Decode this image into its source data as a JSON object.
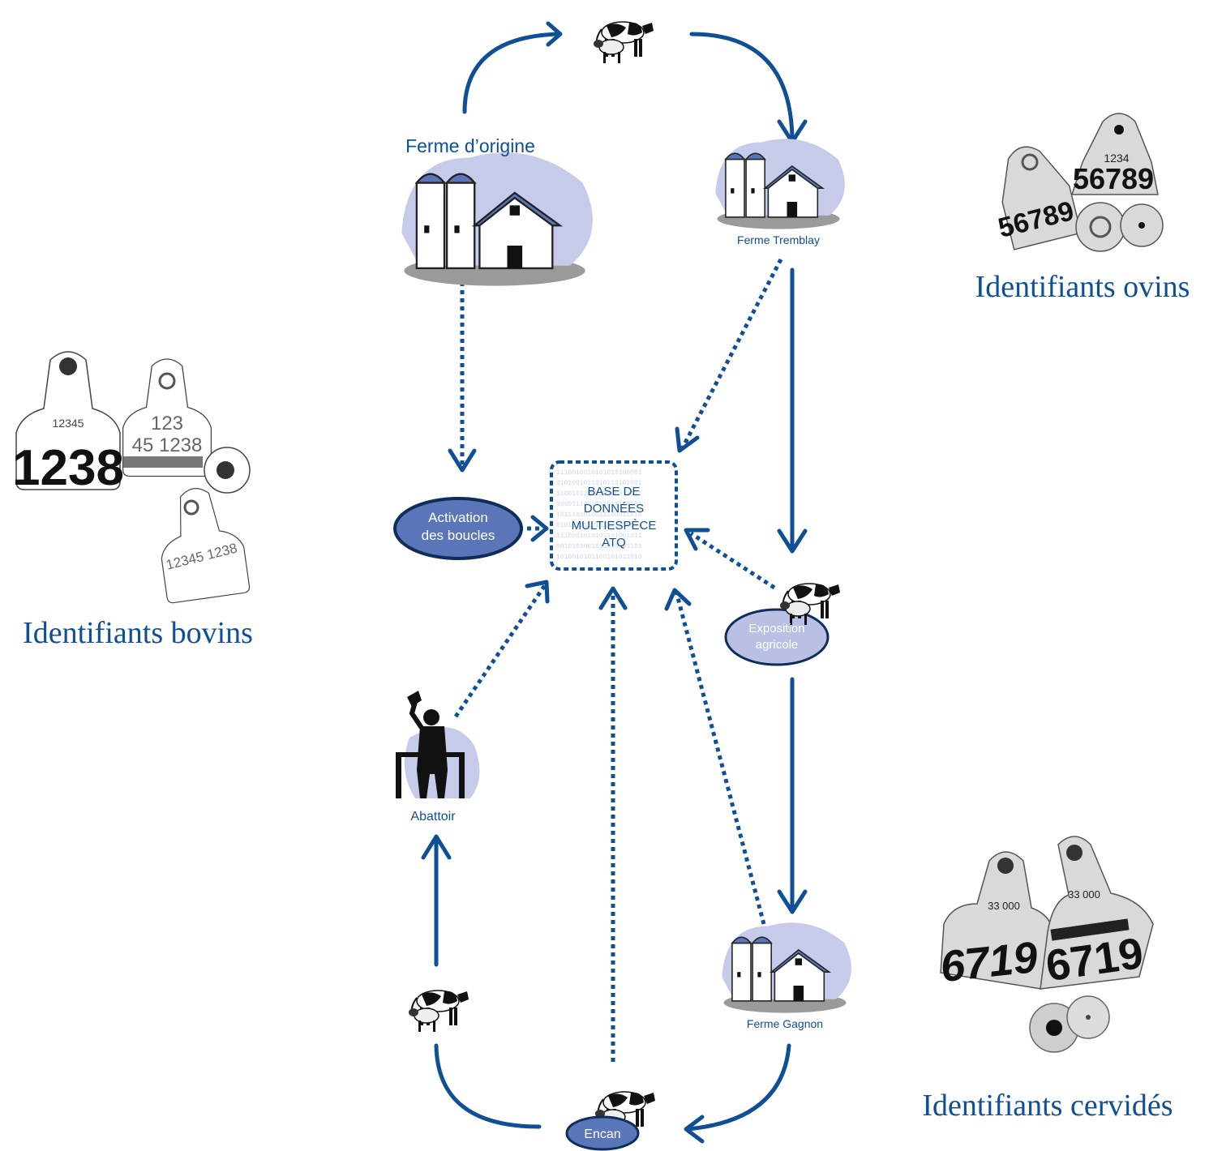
{
  "nodes": {
    "origin_farm": "Ferme d’origine",
    "tremblay_farm": "Ferme Tremblay",
    "activation": [
      "Activation",
      "des boucles"
    ],
    "database": [
      "BASE DE",
      "DONNÉES",
      "MULTIESPÈCE",
      "ATQ"
    ],
    "exhibition": [
      "Exposition",
      "agricole"
    ],
    "slaughterhouse": "Abattoir",
    "gagnon_farm": "Ferme Gagnon",
    "auction": "Encan"
  },
  "identifiers": {
    "bovine": {
      "title": "Identifiants bovins",
      "tag1_small": "12345",
      "tag1_big": "1238",
      "tag2_top": "123",
      "tag2_mid": "45 1238",
      "tag3": "12345 1238"
    },
    "ovine": {
      "title": "Identifiants ovins",
      "tag1_big": "56789",
      "tag2_small": "1234",
      "tag2_big": "56789"
    },
    "cervid": {
      "title": "Identifiants cervidés",
      "tag1_small": "33 000",
      "tag1_big": "6719",
      "tag2_small": "33 000",
      "tag2_big": "6719"
    }
  },
  "colors": {
    "primary": "#0f4f96",
    "node_fill": "#5a76b8",
    "node_light": "#b9c0e4"
  }
}
